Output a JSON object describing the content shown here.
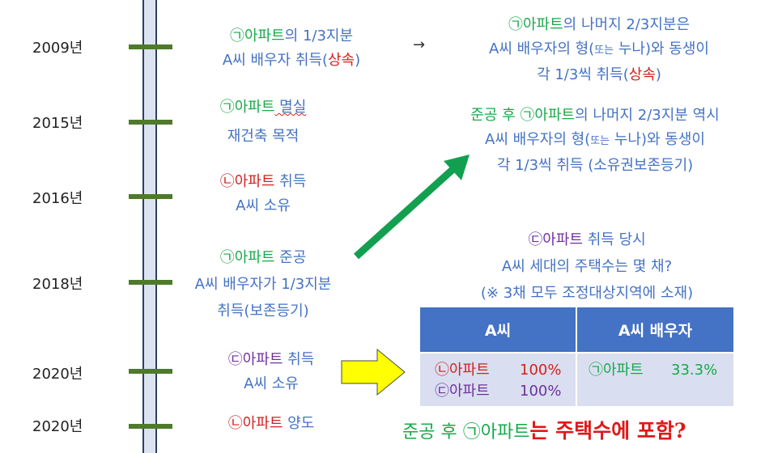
{
  "years": [
    "2009년",
    "2015년",
    "2016년",
    "2018년",
    "2020년",
    "2020년"
  ],
  "event_2009": {
    "line1_mark": "㉠아파트",
    "line1_rest": "의 1/3지분",
    "line2_pre": "A씨 배우자 취득(",
    "line2_red": "상속",
    "line2_post": ")"
  },
  "arrow_right": "→",
  "event_2009_right": {
    "line1_mark": "㉠아파트",
    "line1_rest": "의 나머지 2/3지분은",
    "line2_pre": "A씨 배우자의 형(",
    "line2_small": "또는",
    "line2_post": " 누나)와 동생이",
    "line3_pre": "각 1/3씩 취득(",
    "line3_red": "상속",
    "line3_post": ")"
  },
  "event_2015": {
    "line1_mark": "㉠아파트",
    "line1_rest": " 멸실",
    "line2": "재건축 목적"
  },
  "event_2016": {
    "line1_mark": "㉡아파트",
    "line1_rest": " 취득",
    "line2": "A씨 소유"
  },
  "event_2018": {
    "line1_mark": "㉠아파트",
    "line1_rest": " 준공",
    "line2": "A씨 배우자가 1/3지분",
    "line3": "취득(보존등기)"
  },
  "event_2018_right": {
    "line1_pre": "준공 후 ",
    "line1_mark": "㉠아파트",
    "line1_rest": "의 나머지 2/3지분 역시",
    "line2_pre": "A씨 배우자의 형(",
    "line2_small": "또는",
    "line2_post": " 누나)와 동생이",
    "line3": "각 1/3씩 취득 (소유권보존등기)"
  },
  "event_2020a": {
    "line1_mark": "㉢아파트",
    "line1_rest": " 취득",
    "line2": "A씨 소유"
  },
  "event_2020b": {
    "line1_mark": "㉡아파트",
    "line1_rest": " 양도"
  },
  "question_box": {
    "line1_mark": "㉢아파트",
    "line1_rest": " 취득 당시",
    "line2": "A씨 세대의 주택수는 몇 채?",
    "line3": "(※ 3채 모두 조정대상지역에 소재)"
  },
  "table": {
    "headers": [
      "A씨",
      "A씨 배우자"
    ],
    "a_rows": [
      {
        "label": "㉡아파트",
        "pct": "100%"
      },
      {
        "label": "㉢아파트",
        "pct": "100%"
      }
    ],
    "spouse_rows": [
      {
        "label": "㉠아파트",
        "pct": "33.3%"
      }
    ]
  },
  "final_question": {
    "pre": "준공 후 ",
    "mark": "㉠아파트",
    "rest": "는 주택수에 포함?"
  },
  "colors": {
    "green": "#18a84a",
    "red": "#d42020",
    "purple": "#7030a0",
    "blue": "#4472c4",
    "header": "#4472c4",
    "cell": "#d9dff0",
    "arrow_green": "#12a050",
    "arrow_yellow": "#ffff00"
  }
}
